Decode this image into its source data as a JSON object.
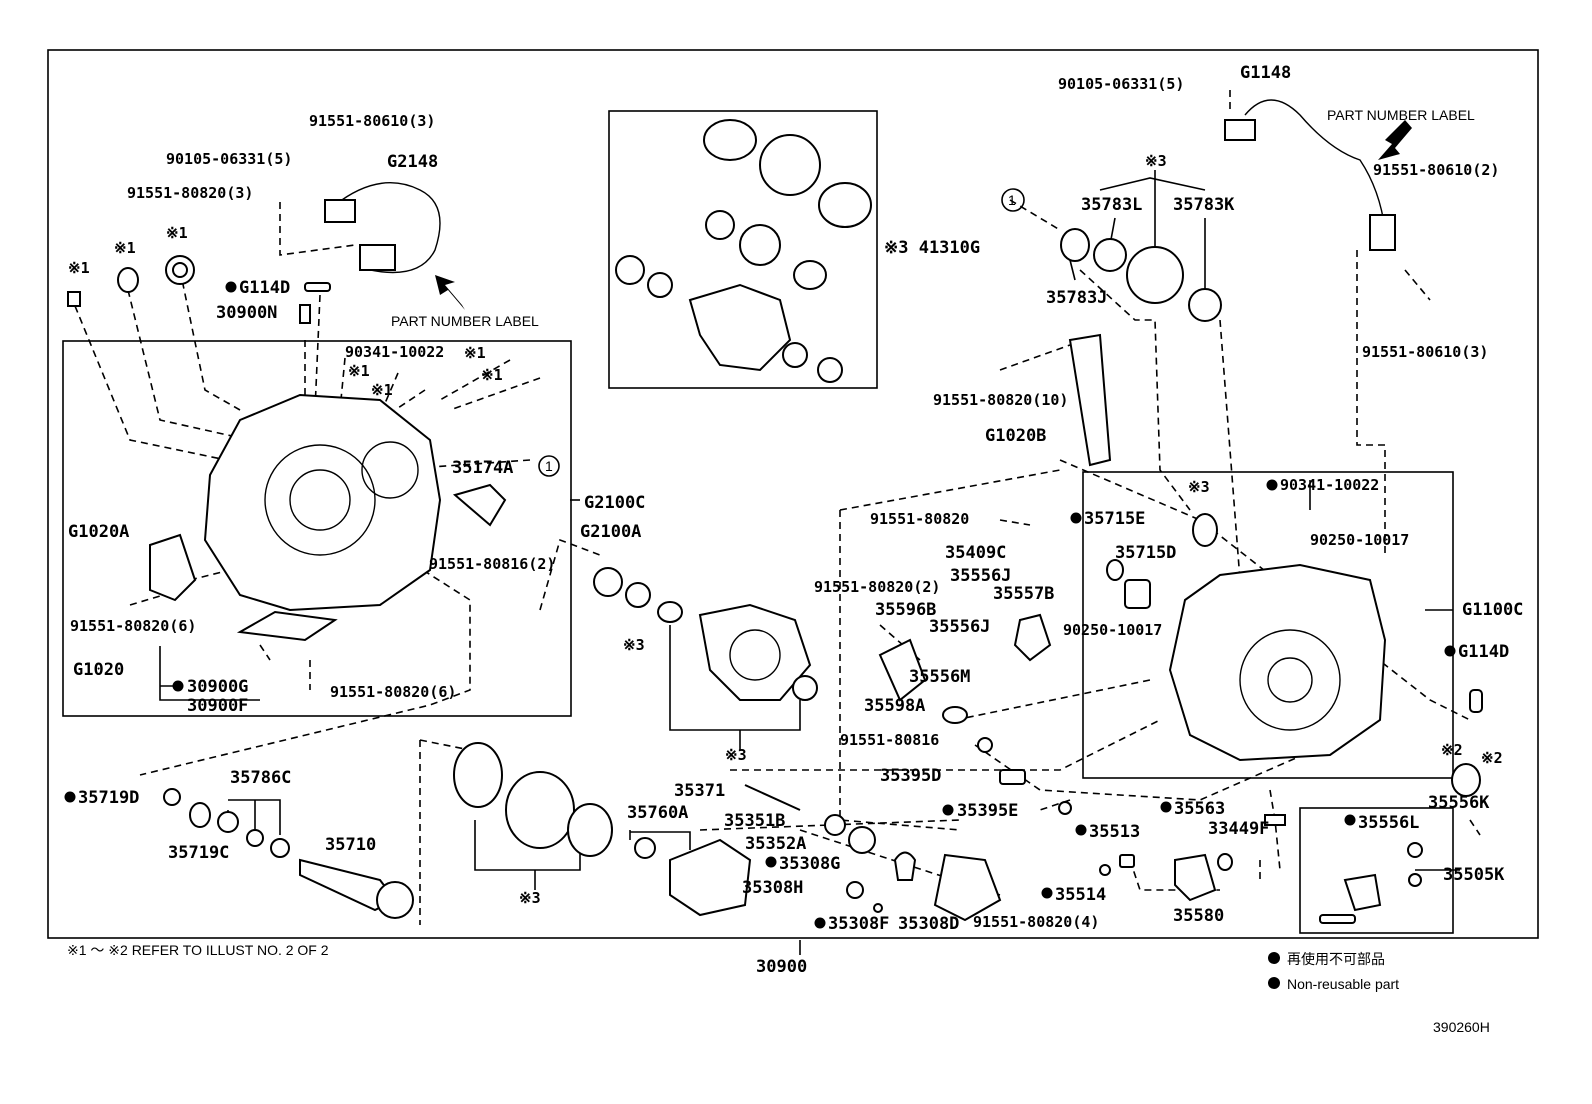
{
  "footnote": "※1 ～ ※2 REFER TO ILLUST NO. 2 OF 2",
  "diagram_code": "390260H",
  "legend": {
    "jp": "再使用不可部品",
    "en": "Non-reusable part"
  },
  "part_number_label": "PART NUMBER LABEL",
  "labels": {
    "p_91551_80610_3_top": "91551-80610(3)",
    "p_90105_06331_5_left": "90105-06331(5)",
    "g2148": "G2148",
    "p_91551_80820_3": "91551-80820(3)",
    "mark1_a": "※1",
    "mark1_b": "※1",
    "mark1_c": "※1",
    "g114d_left": "G114D",
    "p_30900n": "30900N",
    "p_90341_10022_left": "90341-10022",
    "mark1_d": "※1",
    "mark1_e": "※1",
    "mark1_f": "※1",
    "mark1_g": "※1",
    "p_35174a": "35174A",
    "circle1_left": "1",
    "g2100c": "G2100C",
    "g1020a": "G1020A",
    "p_91551_80816_2": "91551-80816(2)",
    "g2100a": "G2100A",
    "p_91551_80820_6_a": "91551-80820(6)",
    "g1020": "G1020",
    "p_30900g": "30900G",
    "p_30900f": "30900F",
    "p_91551_80820_6_b": "91551-80820(6)",
    "mark3_a": "※3",
    "p_41310g": "※3 41310G",
    "mark3_b": "※3",
    "p_90105_06331_5_right": "90105-06331(5)",
    "g1148": "G1148",
    "p_91551_80610_2": "91551-80610(2)",
    "p_91551_80610_3_right": "91551-80610(3)",
    "mark3_c": "※3",
    "circle1_right": "1",
    "p_35783l": "35783L",
    "p_35783k": "35783K",
    "p_35783j": "35783J",
    "p_91551_80820_10": "91551-80820(10)",
    "g1020b": "G1020B",
    "mark3_d": "※3",
    "p_90341_10022_right": "90341-10022",
    "p_91551_80820": "91551-80820",
    "p_35715e": "35715E",
    "p_35409c": "35409C",
    "p_35715d": "35715D",
    "p_90250_10017_a": "90250-10017",
    "p_35556j_a": "35556J",
    "p_91551_80820_2": "91551-80820(2)",
    "p_35557b": "35557B",
    "p_35596b": "35596B",
    "p_35556j_b": "35556J",
    "p_90250_10017_b": "90250-10017",
    "g1100c": "G1100C",
    "g114d_right": "G114D",
    "p_35556m": "35556M",
    "p_35598a": "35598A",
    "mark3_e": "※3",
    "p_91551_80816": "91551-80816",
    "p_35395d": "35395D",
    "p_35395e": "35395E",
    "mark2_a": "※2",
    "mark2_b": "※2",
    "p_35556k": "35556K",
    "p_35719d": "35719D",
    "p_35786c": "35786C",
    "p_35371": "35371",
    "p_35760a": "35760A",
    "p_35351b": "35351B",
    "p_35563": "35563",
    "p_33449f": "33449F",
    "p_35556l": "35556L",
    "p_35719c": "35719C",
    "p_35710": "35710",
    "p_35352a": "35352A",
    "p_35308g": "35308G",
    "p_35513": "35513",
    "p_35505k": "35505K",
    "mark3_f": "※3",
    "p_35308h": "35308H",
    "p_35514": "35514",
    "p_35580": "35580",
    "p_35308f": "35308F",
    "p_35308d": "35308D",
    "p_91551_80820_4": "91551-80820(4)",
    "p_30900": "30900"
  }
}
